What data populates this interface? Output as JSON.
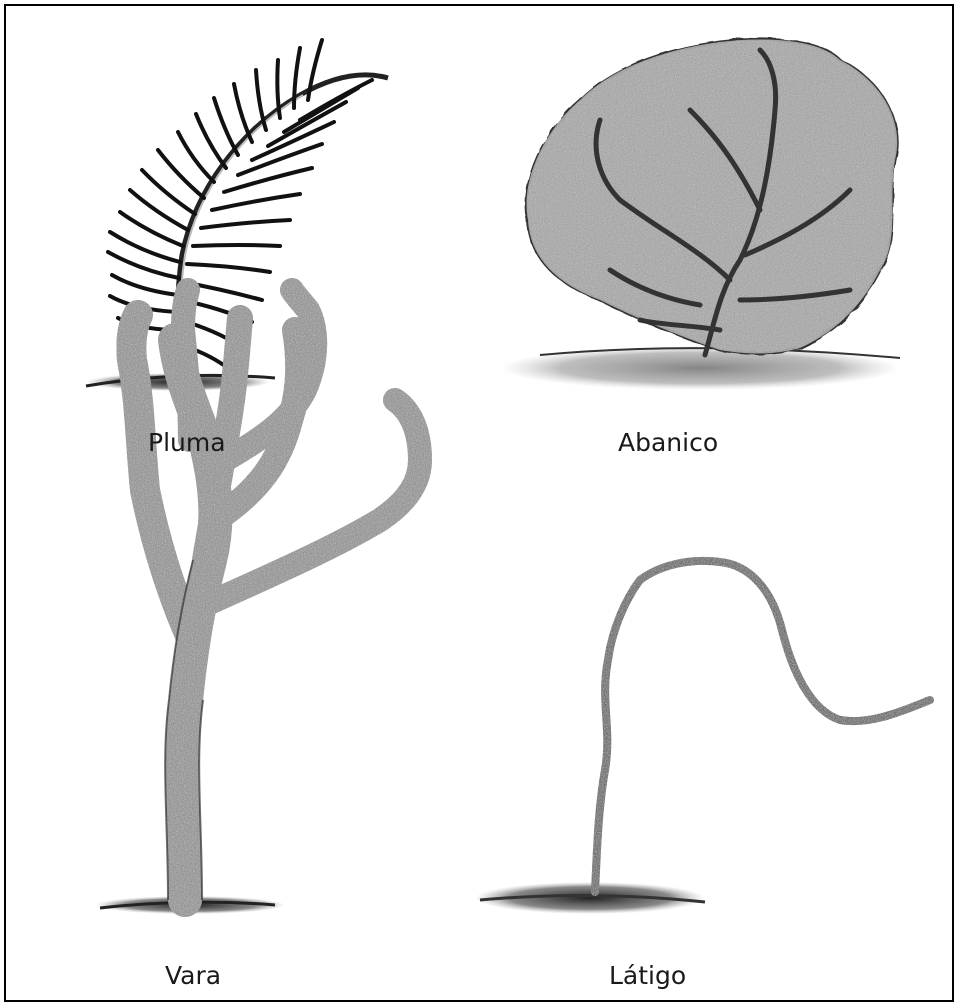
{
  "panels": [
    {
      "id": "pluma",
      "label": "Pluma",
      "icon": "feather-coral-icon"
    },
    {
      "id": "abanico",
      "label": "Abanico",
      "icon": "fan-coral-icon"
    },
    {
      "id": "vara",
      "label": "Vara",
      "icon": "rod-coral-icon"
    },
    {
      "id": "latigo",
      "label": "Látigo",
      "icon": "whip-coral-icon"
    }
  ],
  "colors": {
    "ink": "#111111",
    "shade": "#8c8c8c",
    "border": "#000000"
  }
}
